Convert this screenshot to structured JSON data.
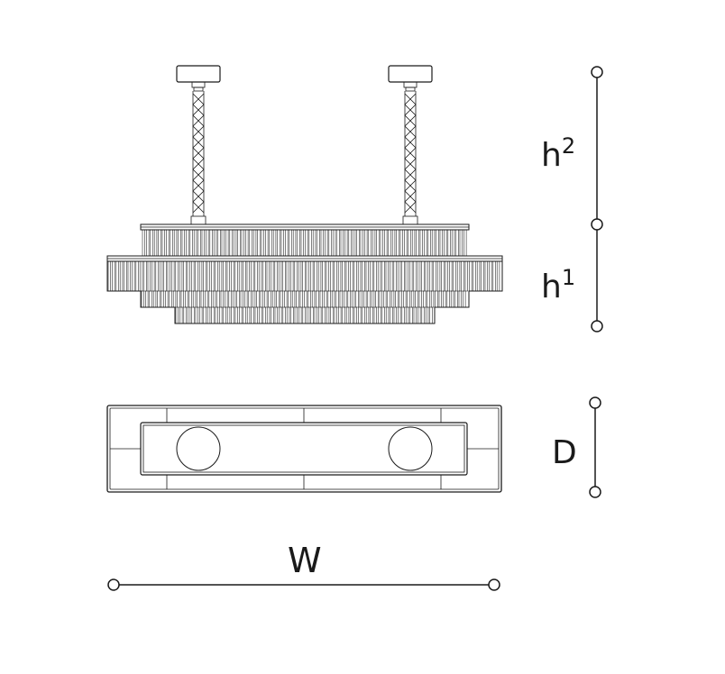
{
  "dimensions": {
    "h2": {
      "base": "h",
      "sup": "2"
    },
    "h1": {
      "base": "h",
      "sup": "1"
    },
    "depth": "D",
    "width": "W"
  }
}
